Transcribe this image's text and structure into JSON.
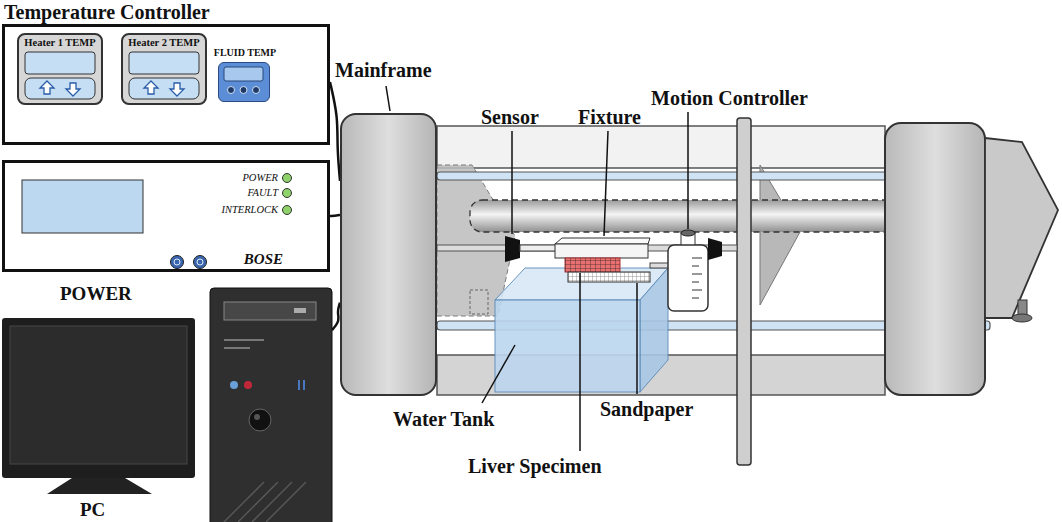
{
  "diagram": {
    "nodes": [
      {
        "text": [
          "Temperature Controller"
        ]
      },
      {
        "text": [
          "Heater 1 TEMP"
        ],
        "in": 0
      },
      {
        "text": [
          "Heater 2 TEMP"
        ],
        "in": 0
      },
      {
        "text": [
          "FLUID TEMP"
        ],
        "in": 0
      },
      {
        "text": [
          "POWER",
          "FAULT",
          "INTERLOCK",
          "BOSE",
          "POWER"
        ]
      },
      {
        "text": [
          "PC"
        ]
      },
      {
        "text": [
          "Mainframe"
        ]
      }
    ],
    "edges": [
      {
        "from": 0,
        "to": 6,
        "arrow": "none"
      },
      {
        "from": 4,
        "to": 6,
        "arrow": "none"
      },
      {
        "from": 5,
        "to": 6,
        "arrow": "none"
      }
    ],
    "labels": [
      "Sensor",
      "Fixture",
      "Motion Controller",
      "Water Tank",
      "Sandpaper",
      "Liver Specimen"
    ]
  }
}
